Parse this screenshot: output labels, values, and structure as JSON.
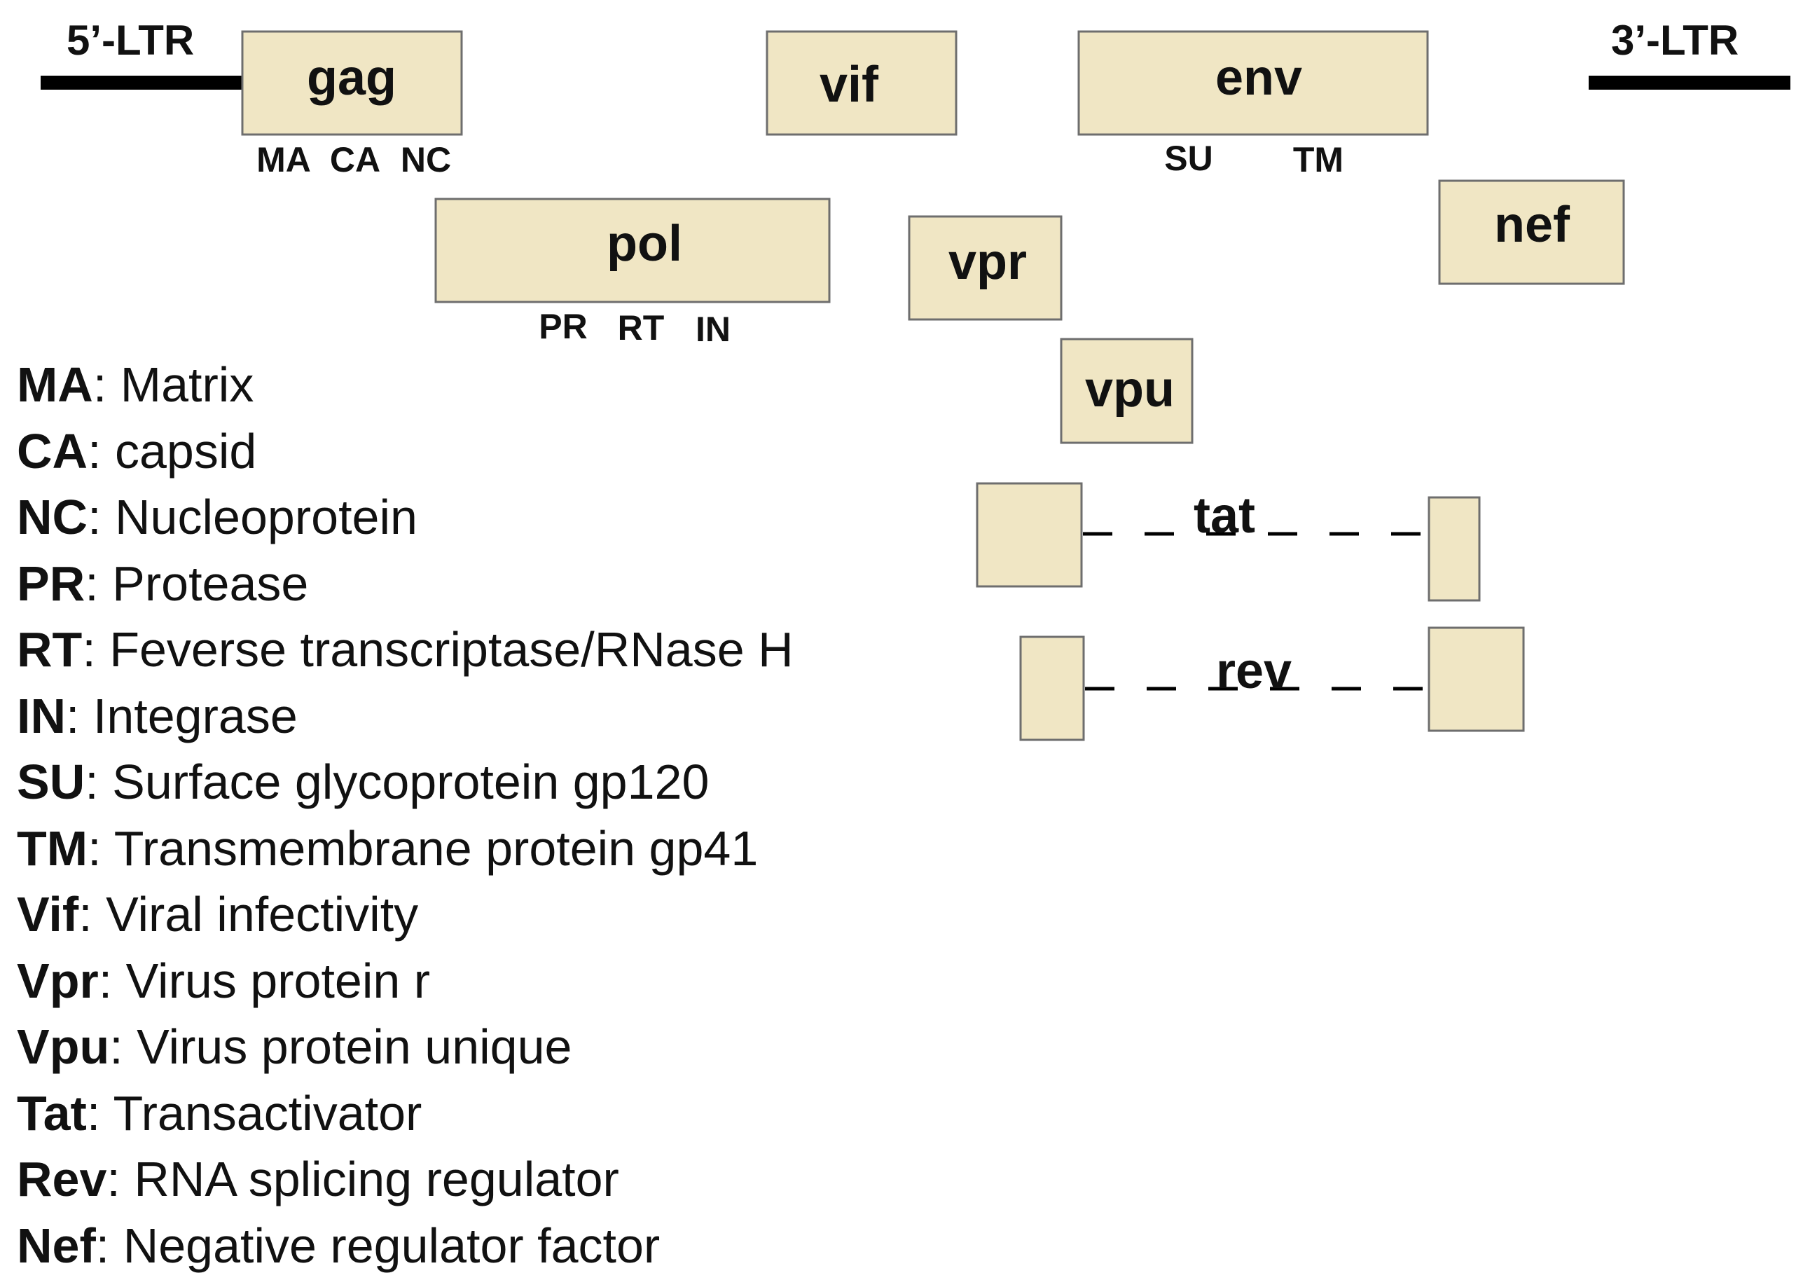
{
  "ltr": {
    "left": "5’-LTR",
    "right": "3’-LTR"
  },
  "genes": {
    "gag": "gag",
    "vif": "vif",
    "env": "env",
    "pol": "pol",
    "vpr": "vpr",
    "nef": "nef",
    "vpu": "vpu",
    "tat": "tat",
    "rev": "rev"
  },
  "subunits": {
    "gag": [
      "MA",
      "CA",
      "NC"
    ],
    "pol": [
      "PR",
      "RT",
      "IN"
    ],
    "env": [
      "SU",
      "TM"
    ]
  },
  "legend": [
    {
      "abbr": "MA",
      "desc": ": Matrix"
    },
    {
      "abbr": "CA",
      "desc": ": capsid"
    },
    {
      "abbr": "NC",
      "desc": ": Nucleoprotein"
    },
    {
      "abbr": "PR",
      "desc": ": Protease"
    },
    {
      "abbr": "RT",
      "desc": ": Feverse transcriptase/RNase H"
    },
    {
      "abbr": "IN",
      "desc": ": Integrase"
    },
    {
      "abbr": "SU",
      "desc": ": Surface glycoprotein gp120"
    },
    {
      "abbr": "TM",
      "desc": ": Transmembrane protein gp41"
    },
    {
      "abbr": "Vif",
      "desc": ": Viral infectivity"
    },
    {
      "abbr": "Vpr",
      "desc": ": Virus protein r"
    },
    {
      "abbr": "Vpu",
      "desc": ": Virus protein unique"
    },
    {
      "abbr": "Tat",
      "desc": ": Transactivator"
    },
    {
      "abbr": "Rev",
      "desc": ": RNA splicing regulator"
    },
    {
      "abbr": "Nef",
      "desc": ": Negative regulator factor"
    }
  ],
  "colors": {
    "gene_fill": "#f0e6c4",
    "gene_stroke": "#6e6e6e",
    "line": "#000000"
  }
}
